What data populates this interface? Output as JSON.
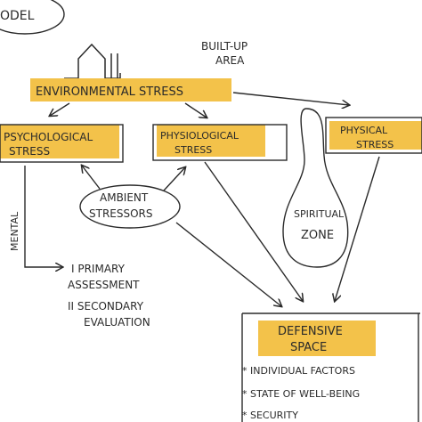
{
  "diagram": {
    "corner_label": "ODEL",
    "built_up_area": {
      "line1": "BUILT-UP",
      "line2": "AREA"
    },
    "environmental_stress": "ENVIRONMENTAL STRESS",
    "psychological_stress": {
      "line1": "PSYCHOLOGICAL",
      "line2": "STRESS"
    },
    "physiological_stress": {
      "line1": "PHYSIOLOGICAL",
      "line2": "STRESS"
    },
    "physical_stress": {
      "line1": "PHYSICAL",
      "line2": "STRESS"
    },
    "ambient_stressors": {
      "line1": "AMBIENT",
      "line2": "STRESSORS"
    },
    "spiritual_zone": {
      "line1": "SPIRITUAL",
      "line2": "ZONE"
    },
    "mental_label": "MENTAL",
    "primary_assessment": {
      "line1": "I PRIMARY",
      "line2": "ASSESSMENT"
    },
    "secondary_evaluation": {
      "line1": "II SECONDARY",
      "line2": "EVALUATION"
    },
    "defensive_space": {
      "line1": "DEFENSIVE",
      "line2": "SPACE"
    },
    "factors": [
      "* INDIVIDUAL FACTORS",
      "* STATE OF WELL-BEING",
      "* SECURITY"
    ],
    "colors": {
      "highlight": "#f3c24a",
      "ink": "#2a2a2a"
    }
  }
}
